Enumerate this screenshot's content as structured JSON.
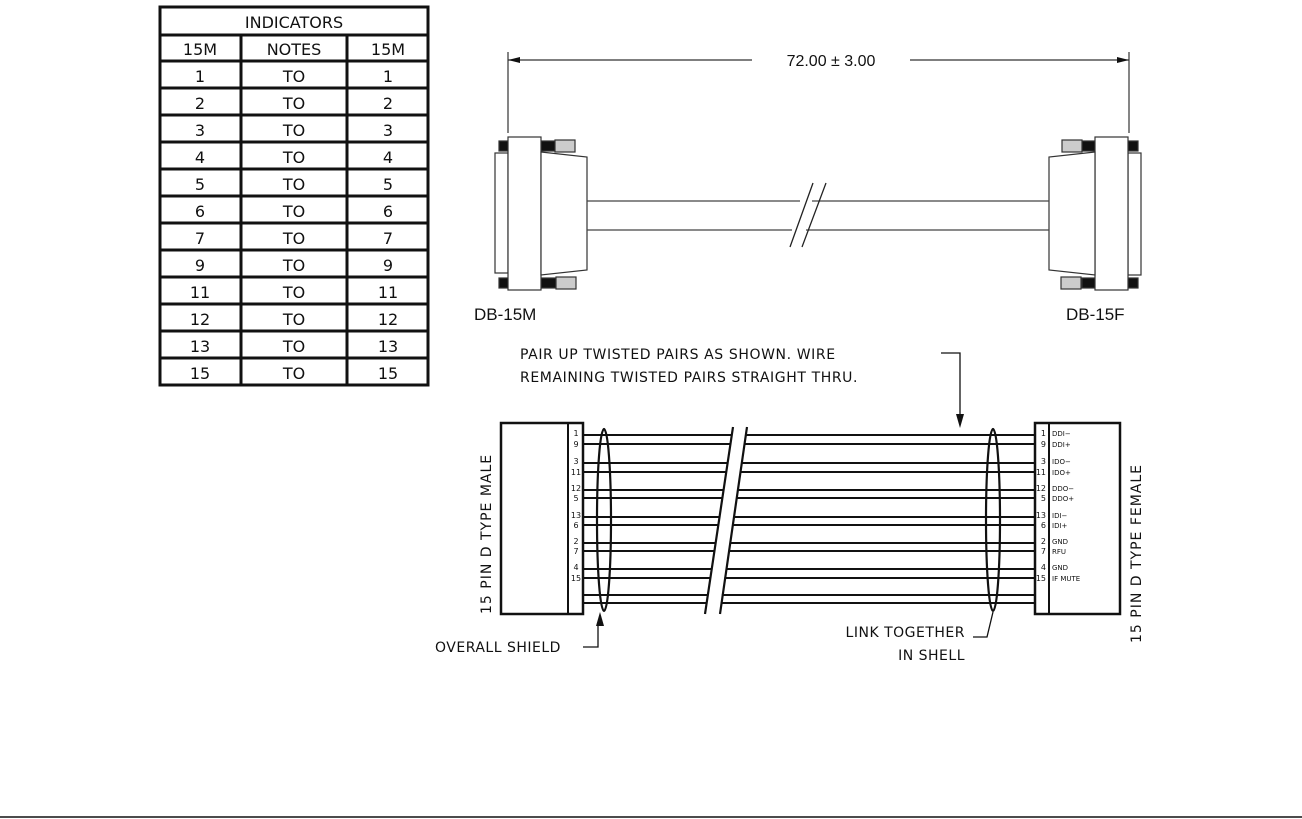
{
  "table": {
    "title": "INDICATORS",
    "headers": [
      "15M",
      "NOTES",
      "15M"
    ],
    "rows": [
      [
        "1",
        "TO",
        "1"
      ],
      [
        "2",
        "TO",
        "2"
      ],
      [
        "3",
        "TO",
        "3"
      ],
      [
        "4",
        "TO",
        "4"
      ],
      [
        "5",
        "TO",
        "5"
      ],
      [
        "6",
        "TO",
        "6"
      ],
      [
        "7",
        "TO",
        "7"
      ],
      [
        "9",
        "TO",
        "9"
      ],
      [
        "11",
        "TO",
        "11"
      ],
      [
        "12",
        "TO",
        "12"
      ],
      [
        "13",
        "TO",
        "13"
      ],
      [
        "15",
        "TO",
        "15"
      ]
    ]
  },
  "cable": {
    "dimension": "72.00 ± 3.00",
    "left_connector": "DB-15M",
    "right_connector": "DB-15F"
  },
  "schematic": {
    "note_line1": "PAIR UP TWISTED PAIRS AS SHOWN. WIRE",
    "note_line2": "REMAINING TWISTED PAIRS STRAIGHT THRU.",
    "left_label": "15 PIN D TYPE MALE",
    "right_label": "15 PIN D TYPE FEMALE",
    "shield_label": "OVERALL SHIELD",
    "link_label_1": "LINK TOGETHER",
    "link_label_2": "IN SHELL",
    "pairs": [
      {
        "pins": [
          "1",
          "9"
        ],
        "signals": [
          "DDI−",
          "DDI+"
        ]
      },
      {
        "pins": [
          "3",
          "11"
        ],
        "signals": [
          "IDO−",
          "IDO+"
        ]
      },
      {
        "pins": [
          "12",
          "5"
        ],
        "signals": [
          "DDO−",
          "DDO+"
        ]
      },
      {
        "pins": [
          "13",
          "6"
        ],
        "signals": [
          "IDI−",
          "IDI+"
        ]
      },
      {
        "pins": [
          "2",
          "7"
        ],
        "signals": [
          "GND",
          "RFU"
        ]
      },
      {
        "pins": [
          "4",
          "15"
        ],
        "signals": [
          "GND",
          "IF MUTE"
        ]
      }
    ]
  }
}
